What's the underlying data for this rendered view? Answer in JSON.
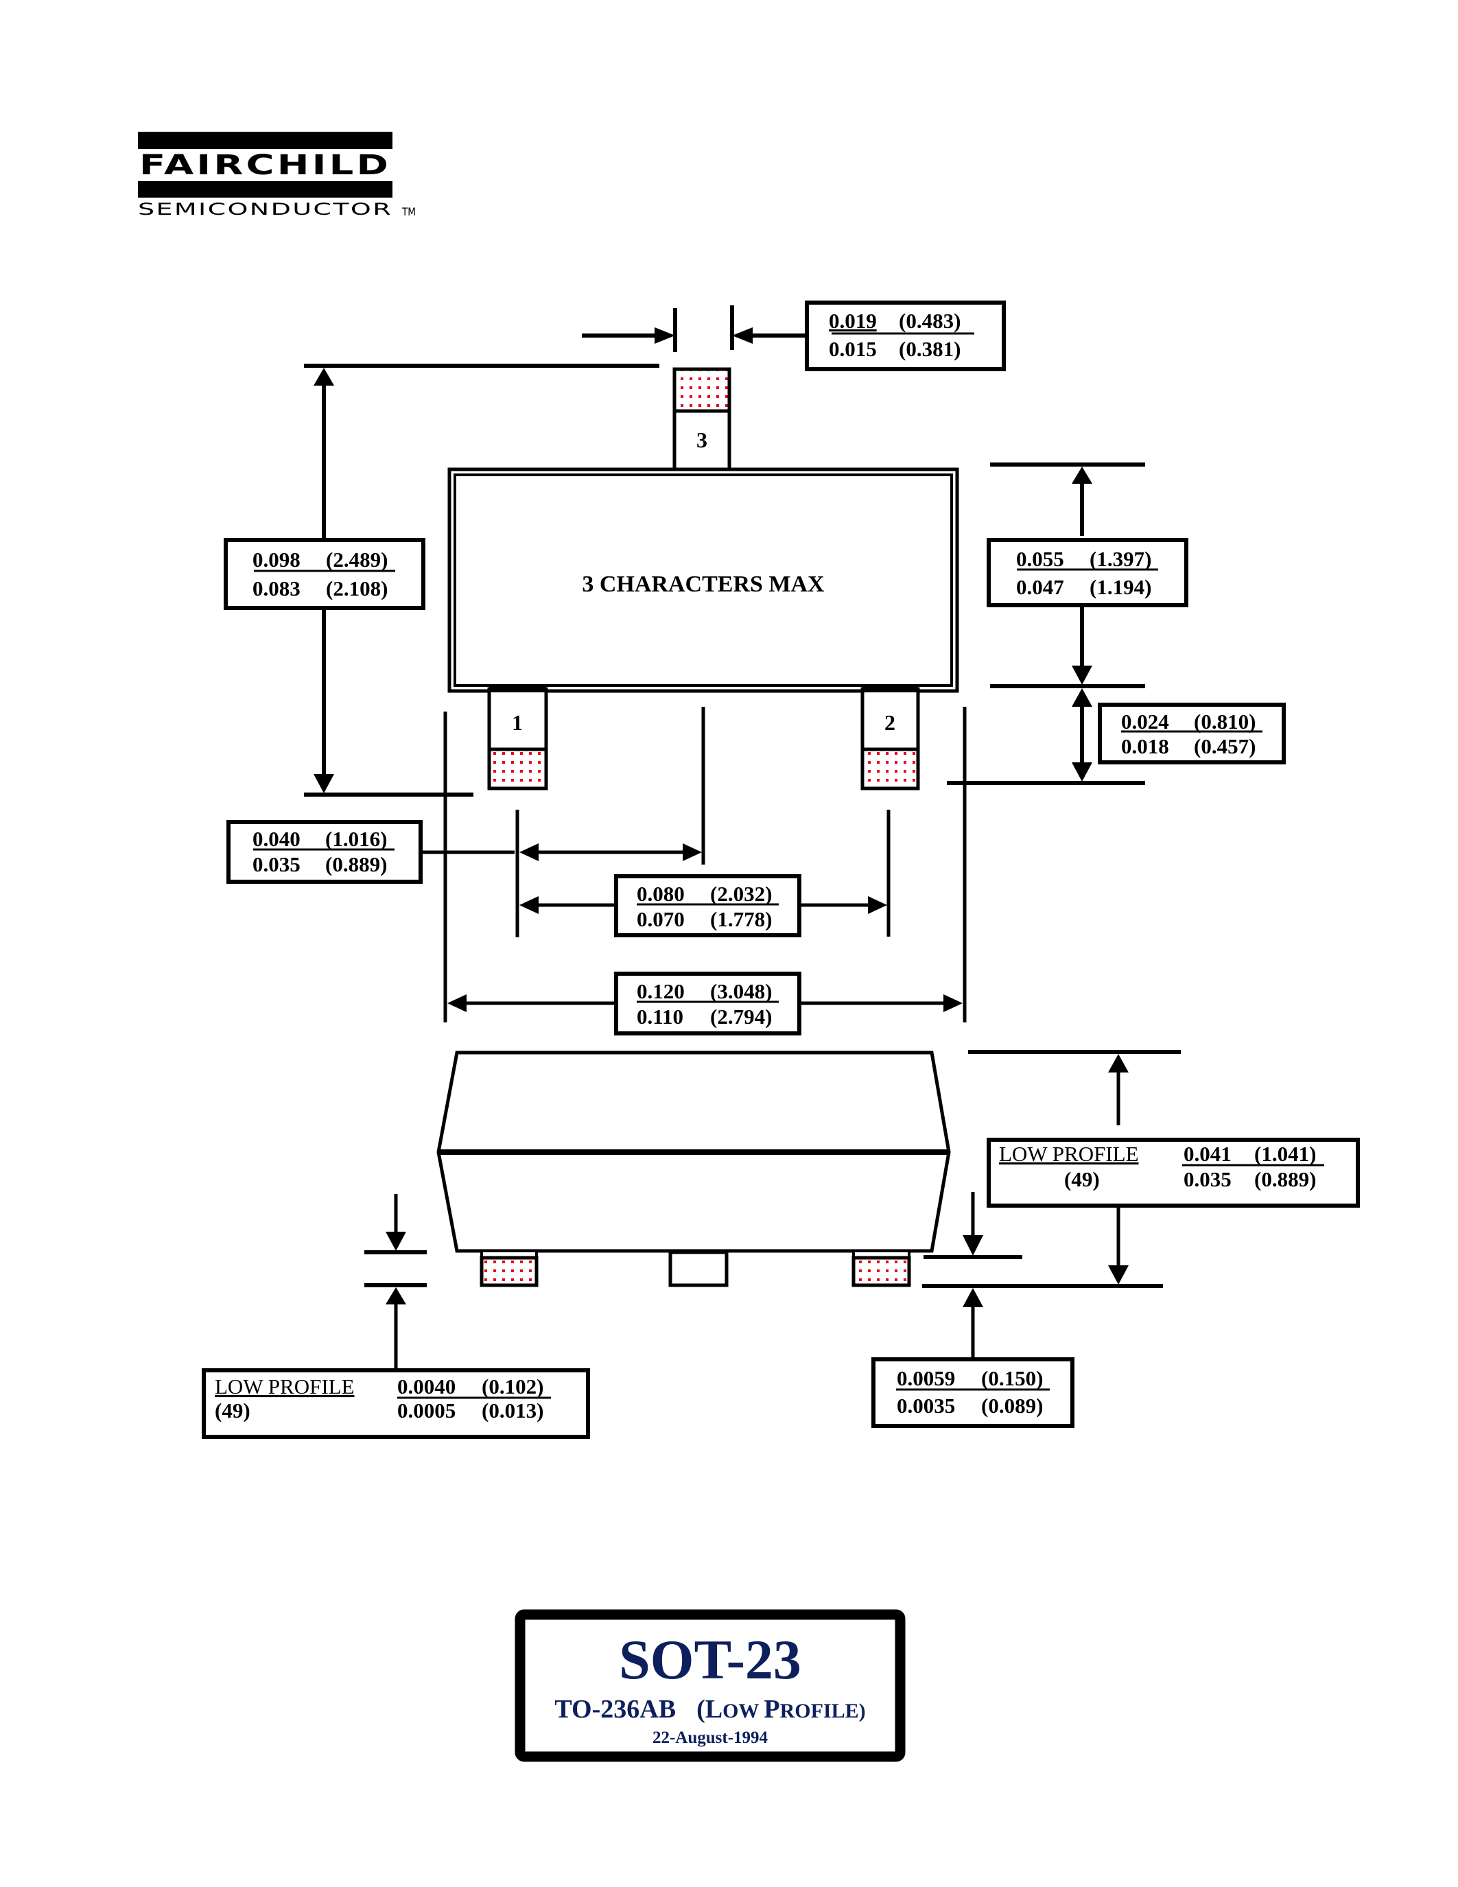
{
  "logo": {
    "brand": "FAIRCHILD",
    "subtitle": "SEMICONDUCTOR",
    "trademark": "TM"
  },
  "package_drawing": {
    "body_marking": "3 CHARACTERS MAX",
    "pins": [
      {
        "number": "1"
      },
      {
        "number": "2"
      },
      {
        "number": "3"
      }
    ],
    "lead_finish_color": "#e8001c",
    "dimensions": {
      "lead_width": {
        "max_in": "0.019",
        "max_mm": "(0.483)",
        "min_in": "0.015",
        "min_mm": "(0.381)"
      },
      "overall_height_with_leads": {
        "max_in": "0.098",
        "max_mm": "(2.489)",
        "min_in": "0.083",
        "min_mm": "(2.108)"
      },
      "body_width": {
        "max_in": "0.055",
        "max_mm": "(1.397)",
        "min_in": "0.047",
        "min_mm": "(1.194)"
      },
      "lead_length": {
        "max_in": "0.024",
        "max_mm": "(0.810)",
        "min_in": "0.018",
        "min_mm": "(0.457)"
      },
      "lead_to_center": {
        "max_in": "0.040",
        "max_mm": "(1.016)",
        "min_in": "0.035",
        "min_mm": "(0.889)"
      },
      "lead_pitch_outer": {
        "max_in": "0.080",
        "max_mm": "(2.032)",
        "min_in": "0.070",
        "min_mm": "(1.778)"
      },
      "body_length": {
        "max_in": "0.120",
        "max_mm": "(3.048)",
        "min_in": "0.110",
        "min_mm": "(2.794)"
      },
      "package_height": {
        "label": "LOW PROFILE",
        "sub_label": "(49)",
        "max_in": "0.041",
        "max_mm": "(1.041)",
        "min_in": "0.035",
        "min_mm": "(0.889)"
      },
      "standoff": {
        "label": "LOW PROFILE",
        "sub_label": "(49)",
        "max_in": "0.0040",
        "max_mm": "(0.102)",
        "min_in": "0.0005",
        "min_mm": "(0.013)"
      },
      "lead_thickness": {
        "max_in": "0.0059",
        "max_mm": "(0.150)",
        "min_in": "0.0035",
        "min_mm": "(0.089)"
      }
    }
  },
  "title_block": {
    "package_name": "SOT-23",
    "jedec_prefix": "TO-236AB",
    "variant_open": "(L",
    "variant_ow": "OW ",
    "variant_p": "P",
    "variant_rofile": "ROFILE)",
    "date": "22-August-1994",
    "text_color": "#0d1f5c"
  }
}
